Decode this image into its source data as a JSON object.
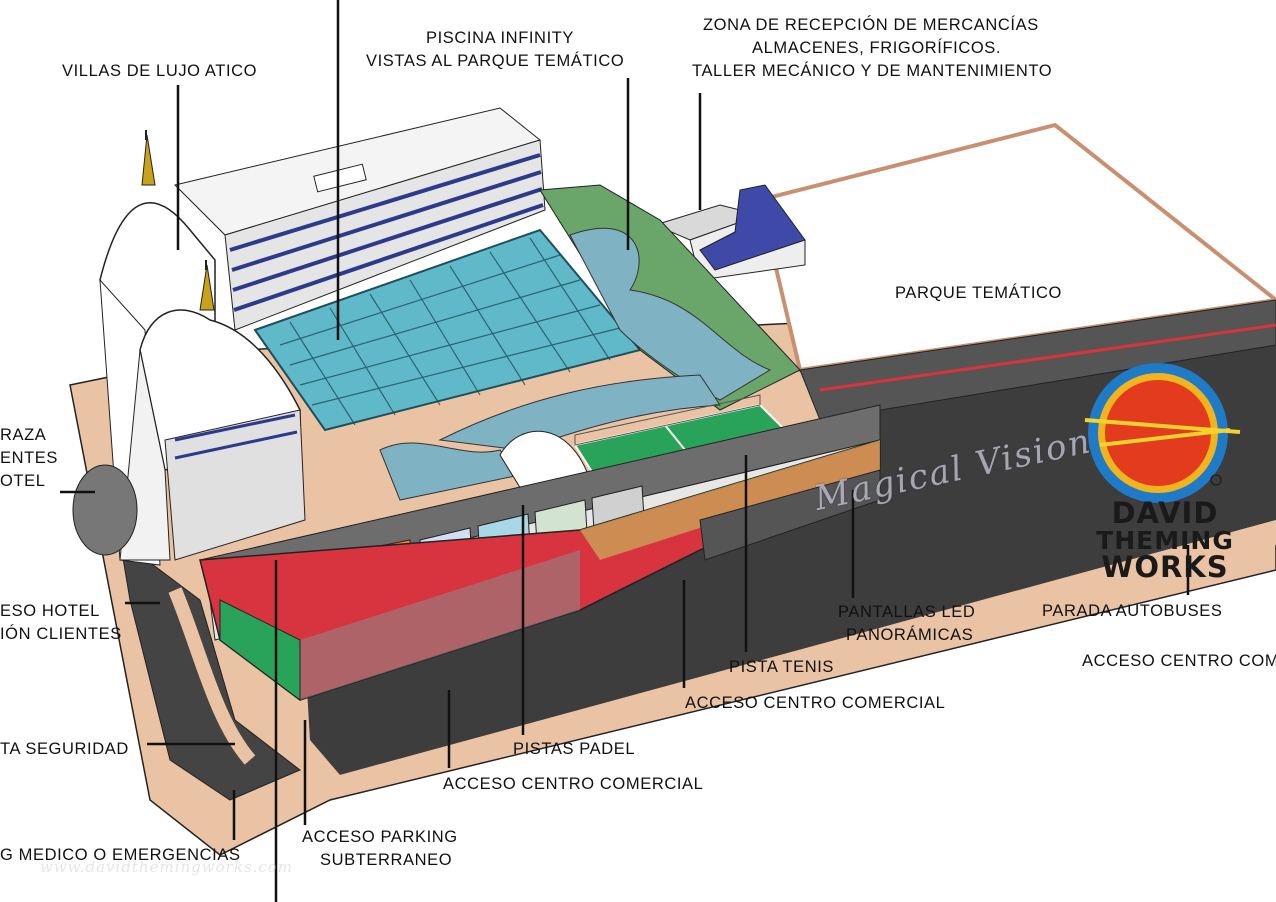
{
  "labels": {
    "villas": "VILLAS DE LUJO ATICO",
    "piscina_1": "PISCINA INFINITY",
    "piscina_2": "VISTAS AL PARQUE TEMÁTICO",
    "zona_1": "ZONA DE RECEPCIÓN DE MERCANCÍAS",
    "zona_2": "ALMACENES, FRIGORÍFICOS.",
    "zona_3": "TALLER MECÁNICO Y DE MANTENIMIENTO",
    "parque": "PARQUE TEMÁTICO",
    "terraza_1": "RAZA",
    "terraza_2": "ENTES",
    "terraza_3": "OTEL",
    "acceso_hotel_1": "ESO HOTEL",
    "acceso_hotel_2": "IÓN CLIENTES",
    "seguridad": "TA SEGURIDAD",
    "medico": "G MEDICO O EMERGENCIAS",
    "parking_1": "ACCESO PARKING",
    "parking_2": "SUBTERRANEO",
    "padel": "PISTAS PADEL",
    "comercial_1": "ACCESO CENTRO COMERCIAL",
    "comercial_2": "ACCESO CENTRO COMERCIAL",
    "tenis": "PISTA TENIS",
    "led_1": "PANTALLAS LED",
    "led_2": "PANORÁMICAS",
    "autobuses": "PARADA AUTOBUSES",
    "comercial_3": "ACCESO CENTRO COM"
  },
  "logo": {
    "line1": "DAVID",
    "line2": "THEMING",
    "line3": "WORKS",
    "watermark": "Magical Vision",
    "url_watermark": "www.davidthemingworks.com"
  },
  "colors": {
    "glass": "#5fb9c9",
    "water": "#7fb3c4",
    "tennis": "#2aa35a",
    "red_facade": "#d8343f",
    "ground": "#e9c3a4",
    "road": "#3d3d3d",
    "blue_roof": "#3f49a8"
  }
}
